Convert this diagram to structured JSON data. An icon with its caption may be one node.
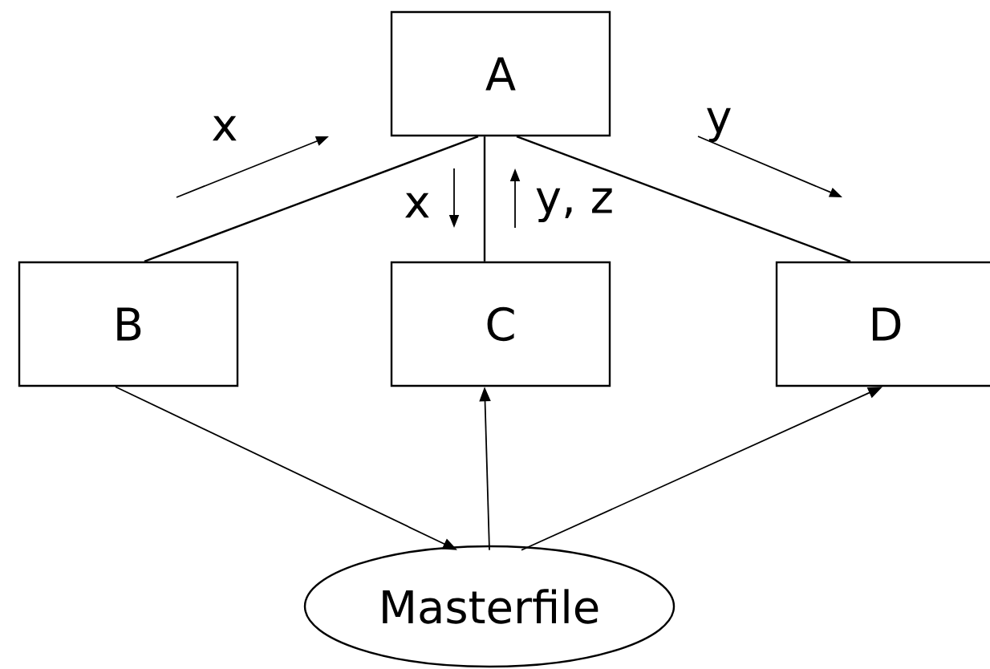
{
  "diagram": {
    "nodes": [
      {
        "text": [
          "A"
        ]
      },
      {
        "text": [
          "B"
        ]
      },
      {
        "text": [
          "C"
        ]
      },
      {
        "text": [
          "D"
        ]
      },
      {
        "text": [
          "Masterfile"
        ]
      }
    ],
    "edges": [
      {
        "from": 0,
        "to": 1,
        "arrow": "none"
      },
      {
        "from": 0,
        "to": 2,
        "arrow": "none"
      },
      {
        "from": 0,
        "to": 3,
        "arrow": "none"
      },
      {
        "from": 1,
        "to": 4,
        "arrow": "to"
      },
      {
        "from": 4,
        "to": 2,
        "arrow": "to"
      },
      {
        "from": 4,
        "to": 3,
        "arrow": "to"
      }
    ],
    "labels": [
      "x",
      "y",
      "x",
      "y, z"
    ]
  }
}
